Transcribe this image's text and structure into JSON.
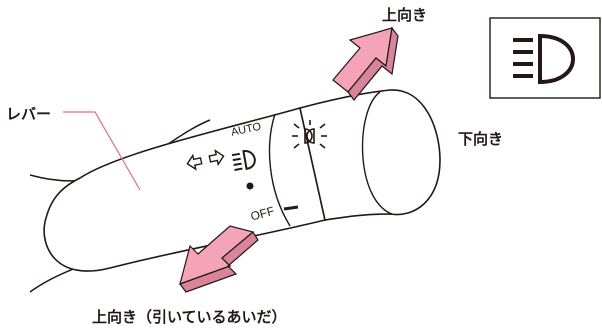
{
  "labels": {
    "lever": "レバー",
    "up_push": "上向き",
    "down": "下向き",
    "up_pull": "上向き（引いているあいだ）",
    "auto": "AUTO",
    "off": "OFF"
  },
  "icons": {
    "high_beam": "high-beam-icon",
    "low_beam": "low-beam-icon",
    "parking_light": "parking-light-icon",
    "turn_arrows": "turn-signal-arrows-icon",
    "position_dot": "position-dot-icon"
  },
  "colors": {
    "arrow_fill": "#f4a3b8",
    "line": "#231815",
    "indicator_line": "#e6679a"
  }
}
